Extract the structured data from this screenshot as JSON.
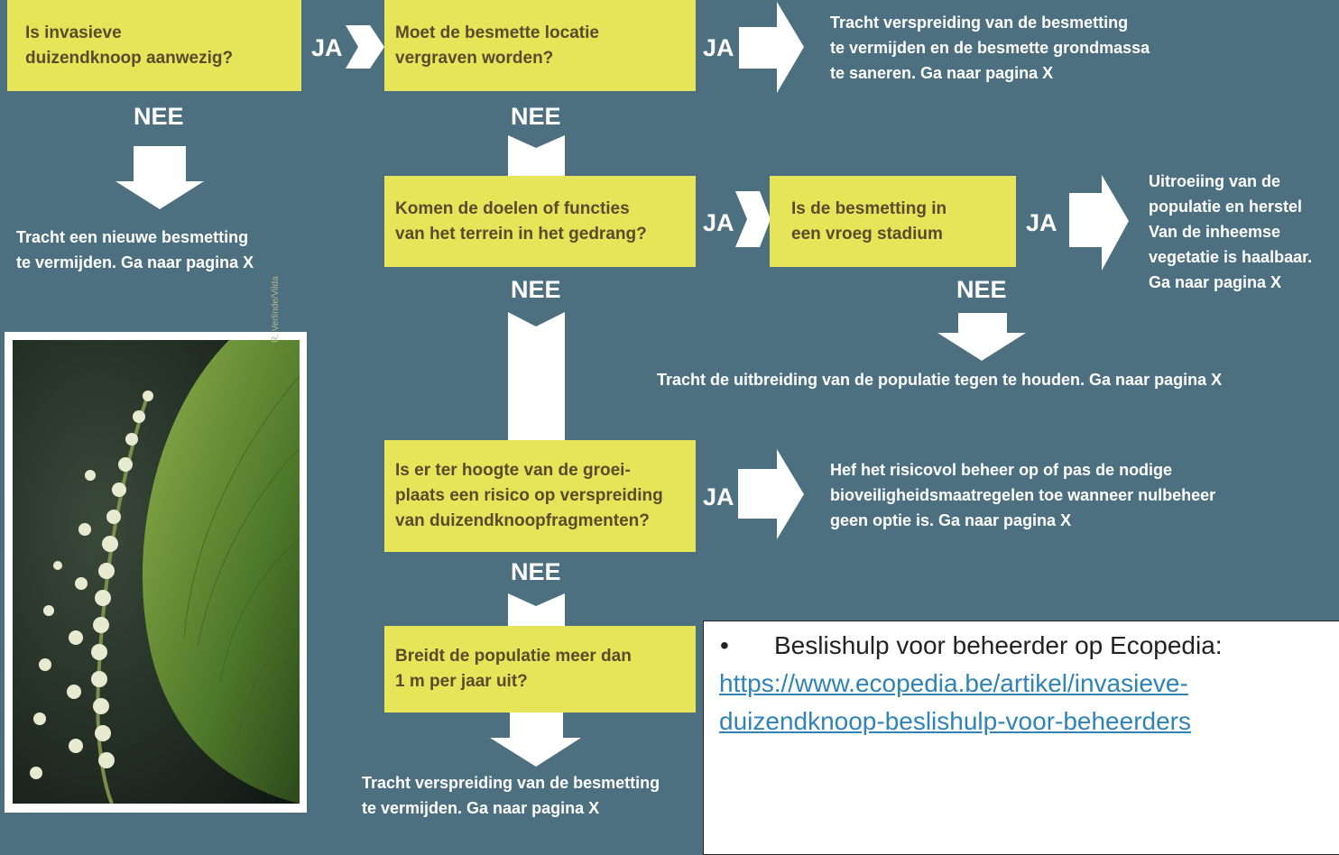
{
  "boxes": {
    "q1": "Is invasieve\nduizendknoop aanwezig?",
    "q2": "Moet de besmette locatie\nvergraven worden?",
    "q3": "Komen de doelen of functies\nvan het terrein in het gedrang?",
    "q4": "Is de besmetting in\neen vroeg stadium",
    "q5": "Is er ter hoogte van de groei-\nplaats een risico op verspreiding\nvan duizendknoopfragmenten?",
    "q6": "Breidt de populatie meer dan\n1 m per jaar uit?"
  },
  "labels": {
    "ja": "JA",
    "nee": "NEE"
  },
  "outcomes": {
    "o1": "Tracht een nieuwe besmetting\n te vermijden. Ga naar pagina X",
    "o2": "Tracht verspreiding van de besmetting\nte vermijden en de besmette grondmassa\nte saneren. Ga naar pagina X",
    "o3": "Uitroeiing van de\npopulatie en herstel\nVan de inheemse\nvegetatie is haalbaar.\nGa naar pagina X",
    "o4": "Tracht de uitbreiding van de populatie tegen te houden. Ga naar pagina X",
    "o5": "Hef het risicovol beheer op of pas de nodige\nbioveiligheidsmaatregelen toe wanneer nulbeheer\ngeen optie is. Ga naar pagina X",
    "o6": "Tracht verspreiding van de besmetting\nte vermijden. Ga naar pagina X"
  },
  "photo": {
    "credit": "R. Verlinde/Vilda"
  },
  "note": {
    "bullet": "•",
    "text": "Beslishulp voor beheerder op Ecopedia:",
    "link": "https://www.ecopedia.be/artikel/invasieve-duizendknoop-beslishulp-voor-beheerders"
  },
  "colors": {
    "background": "#4d7081",
    "box": "#e6e55a",
    "box_text": "#5b4a2c",
    "link": "#2f83b6"
  }
}
